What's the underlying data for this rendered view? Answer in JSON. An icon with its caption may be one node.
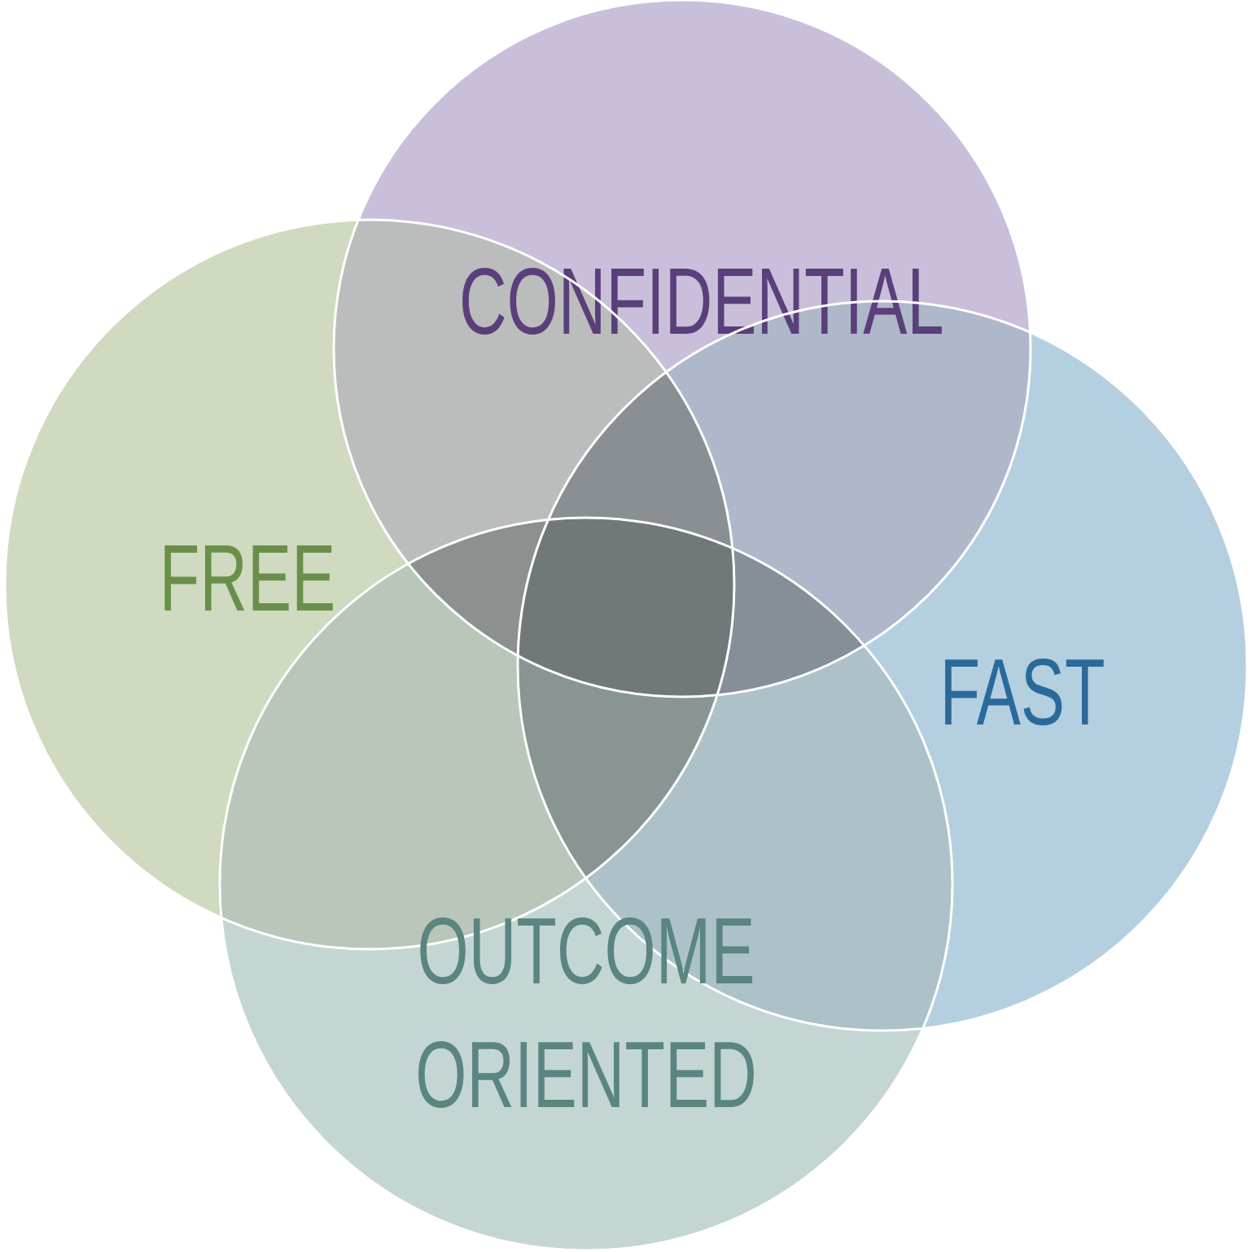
{
  "diagram": {
    "nodes": [
      {
        "text": [
          "CONFIDENTIAL"
        ]
      },
      {
        "text": [
          "FREE"
        ]
      },
      {
        "text": [
          "FAST"
        ]
      },
      {
        "text": [
          "OUTCOME ORIENTED"
        ]
      }
    ],
    "edges": []
  }
}
